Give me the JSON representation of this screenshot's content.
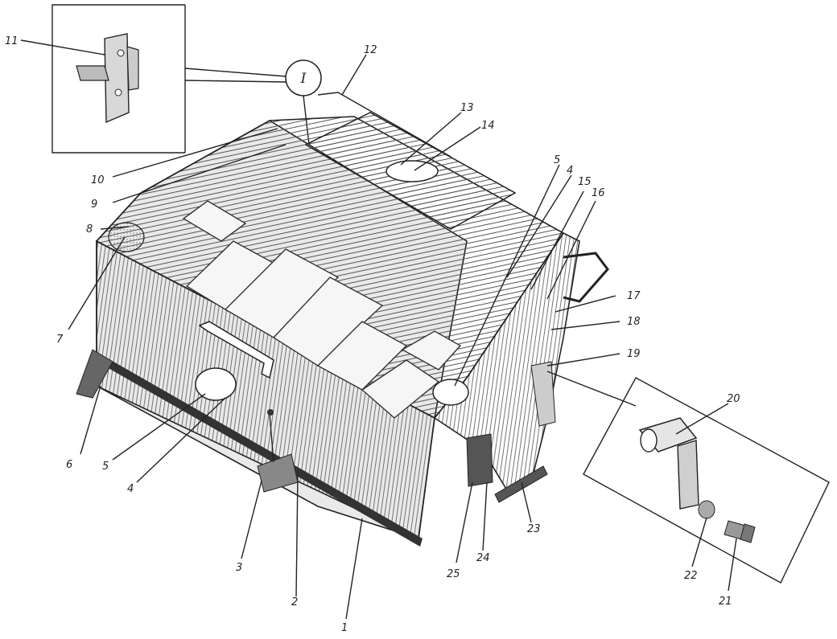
{
  "callouts": {
    "c1": "1",
    "c2": "2",
    "c3": "3",
    "c4a": "4",
    "c4b": "4",
    "c5a": "5",
    "c5b": "5",
    "c6": "6",
    "c7": "7",
    "c8": "8",
    "c9": "9",
    "c10": "10",
    "c11": "11",
    "c12": "12",
    "c13": "13",
    "c14": "14",
    "c15": "15",
    "c16": "16",
    "c17": "17",
    "c18": "18",
    "c19": "19",
    "c20": "20",
    "c21": "21",
    "c22": "22",
    "c23": "23",
    "c24": "24",
    "c25": "25"
  },
  "detail_marker": "I",
  "colors": {
    "ink": "#222222",
    "paper": "#ffffff"
  }
}
